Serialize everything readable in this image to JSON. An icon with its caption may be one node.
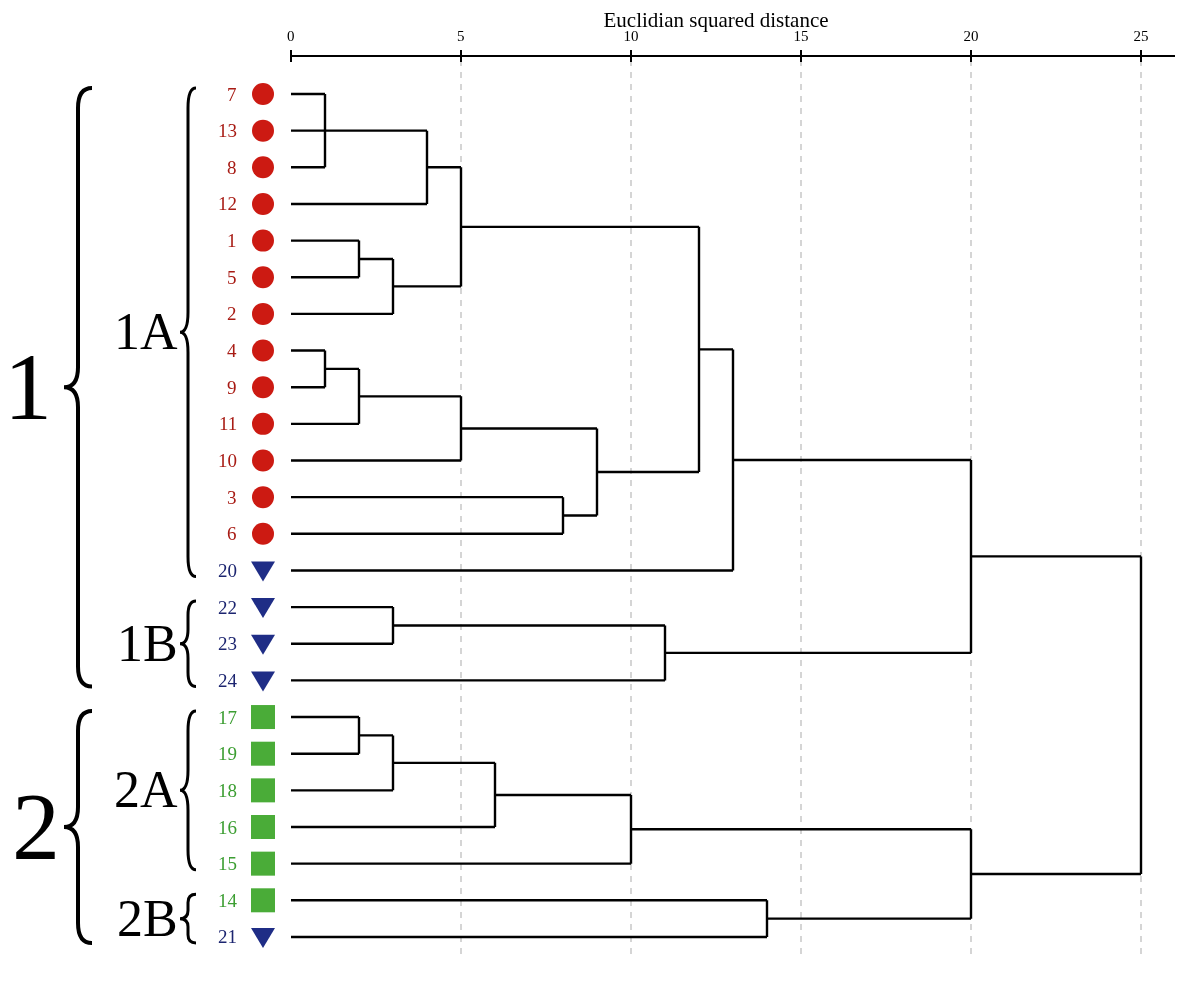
{
  "diagram": {
    "labels": [
      "Euclidian squared distance",
      "0",
      "5",
      "10",
      "15",
      "20",
      "25",
      "7",
      "13",
      "8",
      "12",
      "1",
      "5",
      "2",
      "4",
      "9",
      "11",
      "10",
      "3",
      "6",
      "20",
      "22",
      "23",
      "24",
      "17",
      "19",
      "18",
      "16",
      "15",
      "14",
      "21",
      "1",
      "1A",
      "1B",
      "2",
      "2A",
      "2B"
    ]
  }
}
